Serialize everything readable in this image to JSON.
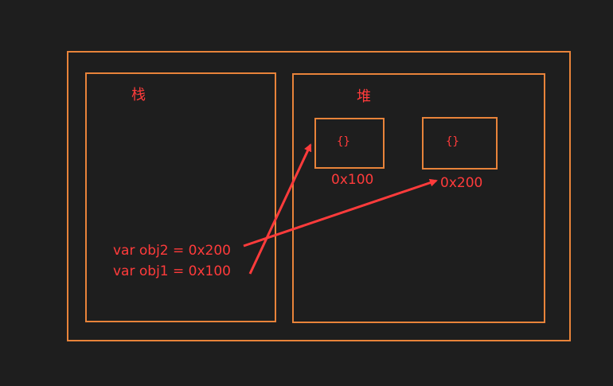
{
  "stack": {
    "title": "栈"
  },
  "heap": {
    "title": "堆",
    "objects": [
      {
        "content": "{}",
        "address": "0x100"
      },
      {
        "content": "{}",
        "address": "0x200"
      }
    ]
  },
  "variables": [
    {
      "text": "var obj2 = 0x200"
    },
    {
      "text": "var obj1 = 0x100"
    }
  ],
  "colors": {
    "box_border": "#e8833a",
    "text": "#ff3b3b",
    "arrow": "#ff3b3b",
    "background": "#1e1e1e"
  }
}
